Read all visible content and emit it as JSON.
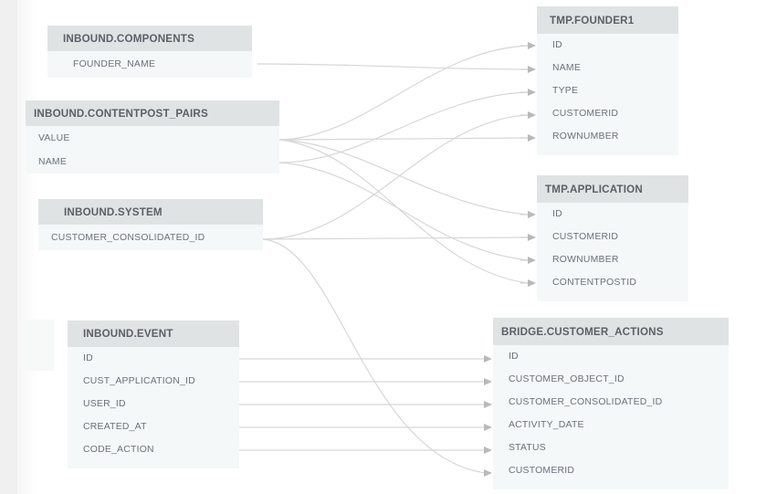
{
  "diagram": {
    "type": "column-level-data-lineage",
    "background_color": "#ffffff",
    "node_header_color": "#dfe3e4",
    "node_body_color": "#f5f8f8",
    "edge_color": "#d6d6d6",
    "arrow_color": "#b9b9b9",
    "header_text_color": "#5c5f66",
    "row_text_color": "#6b7078"
  },
  "nodes": {
    "inbound_components": {
      "title": "INBOUND.COMPONENTS",
      "columns": [
        "FOUNDER_NAME"
      ]
    },
    "inbound_contentpost_pairs": {
      "title": "INBOUND.CONTENTPOST_PAIRS",
      "columns": [
        "VALUE",
        "NAME"
      ]
    },
    "inbound_system": {
      "title": "INBOUND.SYSTEM",
      "columns": [
        "CUSTOMER_CONSOLIDATED_ID"
      ]
    },
    "inbound_event": {
      "title": "INBOUND.EVENT",
      "columns": [
        "ID",
        "CUST_APPLICATION_ID",
        "USER_ID",
        "CREATED_AT",
        "CODE_ACTION"
      ]
    },
    "tmp_founder1": {
      "title": "TMP.FOUNDER1",
      "columns": [
        "ID",
        "NAME",
        "TYPE",
        "CUSTOMERID",
        "ROWNUMBER"
      ]
    },
    "tmp_application": {
      "title": "TMP.APPLICATION",
      "columns": [
        "ID",
        "CUSTOMERID",
        "ROWNUMBER",
        "CONTENTPOSTID"
      ]
    },
    "bridge_customer_actions": {
      "title": "BRIDGE.CUSTOMER_ACTIONS",
      "columns": [
        "ID",
        "CUSTOMER_OBJECT_ID",
        "CUSTOMER_CONSOLIDATED_ID",
        "ACTIVITY_DATE",
        "STATUS",
        "CUSTOMERID"
      ]
    }
  },
  "edges": [
    {
      "from": "inbound_components.FOUNDER_NAME",
      "to": "tmp_founder1.NAME"
    },
    {
      "from": "inbound_contentpost_pairs.VALUE",
      "to": "tmp_founder1.ID"
    },
    {
      "from": "inbound_contentpost_pairs.VALUE",
      "to": "tmp_founder1.ROWNUMBER"
    },
    {
      "from": "inbound_contentpost_pairs.VALUE",
      "to": "tmp_application.ID"
    },
    {
      "from": "inbound_contentpost_pairs.VALUE",
      "to": "tmp_application.CONTENTPOSTID"
    },
    {
      "from": "inbound_contentpost_pairs.NAME",
      "to": "tmp_founder1.TYPE"
    },
    {
      "from": "inbound_contentpost_pairs.NAME",
      "to": "tmp_application.ROWNUMBER"
    },
    {
      "from": "inbound_system.CUSTOMER_CONSOLIDATED_ID",
      "to": "tmp_founder1.CUSTOMERID"
    },
    {
      "from": "inbound_system.CUSTOMER_CONSOLIDATED_ID",
      "to": "tmp_application.CUSTOMERID"
    },
    {
      "from": "inbound_system.CUSTOMER_CONSOLIDATED_ID",
      "to": "bridge_customer_actions.CUSTOMERID"
    },
    {
      "from": "inbound_event.ID",
      "to": "bridge_customer_actions.ID"
    },
    {
      "from": "inbound_event.CUST_APPLICATION_ID",
      "to": "bridge_customer_actions.CUSTOMER_OBJECT_ID"
    },
    {
      "from": "inbound_event.USER_ID",
      "to": "bridge_customer_actions.CUSTOMER_CONSOLIDATED_ID"
    },
    {
      "from": "inbound_event.CREATED_AT",
      "to": "bridge_customer_actions.ACTIVITY_DATE"
    },
    {
      "from": "inbound_event.CODE_ACTION",
      "to": "bridge_customer_actions.STATUS"
    }
  ]
}
